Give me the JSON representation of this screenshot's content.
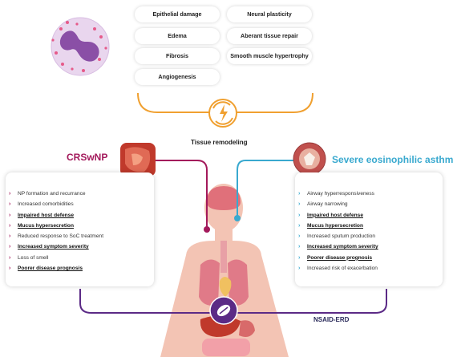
{
  "remodeling_factors": [
    "Epithelial damage",
    "Neural plasticity",
    "Edema",
    "Aberant tissue repair",
    "Fibrosis",
    "Smooth muscle hypertrophy",
    "Angiogenesis"
  ],
  "tissue_label": "Tissue remodeling",
  "crswnp": {
    "title": "CRSwNP",
    "items": [
      {
        "text": "NP formation and recurrance",
        "emphasis": false
      },
      {
        "text": "Increased comorbidities",
        "emphasis": false
      },
      {
        "text": "Impaired host defense",
        "emphasis": true
      },
      {
        "text": "Mucus hypersecretion",
        "emphasis": true
      },
      {
        "text": "Reduced response to SoC treatment",
        "emphasis": false
      },
      {
        "text": "Increased symptom severity",
        "emphasis": true
      },
      {
        "text": "Loss of smell",
        "emphasis": false
      },
      {
        "text": "Poorer disease prognosis",
        "emphasis": true
      }
    ]
  },
  "asthma": {
    "title": "Severe eosinophilic asthma",
    "items": [
      {
        "text": "Airway hyperresponsiveness",
        "emphasis": false
      },
      {
        "text": "Airway narrowing",
        "emphasis": false
      },
      {
        "text": "Impaired host defense",
        "emphasis": true
      },
      {
        "text": "Mucus hypersecretion",
        "emphasis": true
      },
      {
        "text": "Increased sputum production",
        "emphasis": false
      },
      {
        "text": "Increased symptom severity",
        "emphasis": true
      },
      {
        "text": "Poorer disease prognosis",
        "emphasis": true
      },
      {
        "text": "Increased risk of exacerbation",
        "emphasis": false
      }
    ]
  },
  "nsaid_label": "NSAID-ERD",
  "bullet_symbol": "›",
  "colors": {
    "crswnp": "#a3195b",
    "asthma": "#39a9cf",
    "remodeling": "#f0a030",
    "nsaid": "#5b2a86"
  }
}
